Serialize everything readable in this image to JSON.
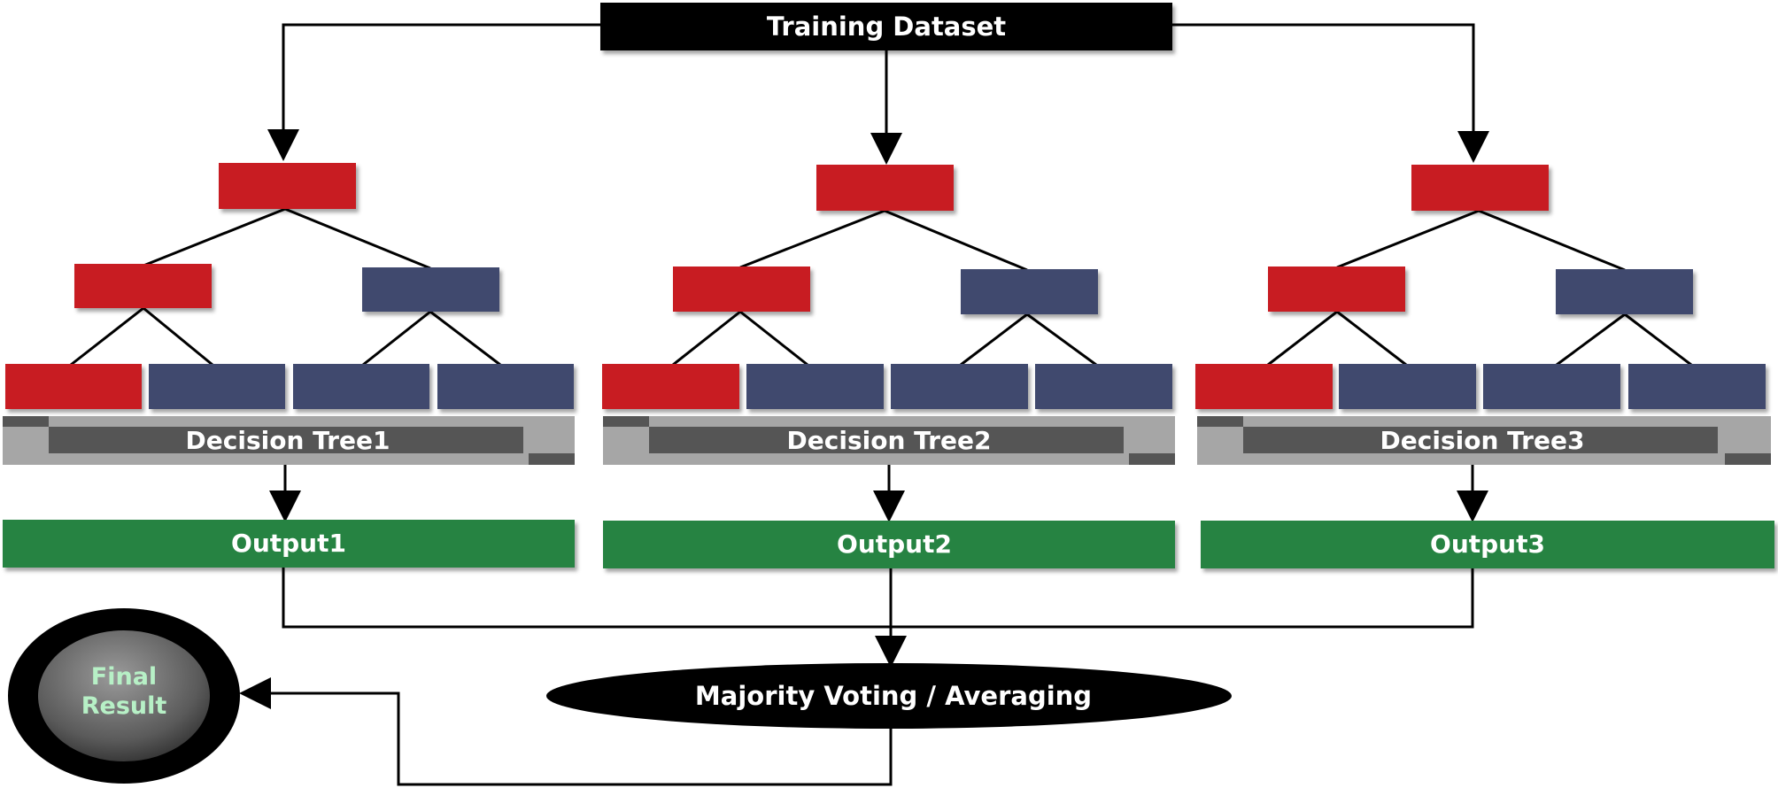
{
  "source": {
    "label": "Training Dataset"
  },
  "trees": [
    {
      "label": "Decision Tree1",
      "output": "Output1"
    },
    {
      "label": "Decision Tree2",
      "output": "Output2"
    },
    {
      "label": "Decision Tree3",
      "output": "Output3"
    }
  ],
  "aggregator": {
    "label": "Majority Voting / Averaging"
  },
  "final": {
    "line1": "Final",
    "line2": "Result"
  },
  "colors": {
    "red_node": "#c81e23",
    "blue_node": "#3f4a6e",
    "output_green": "#268342",
    "tree_bar": "#a6a6a6",
    "tree_bar_dark": "#555555",
    "black": "#000000",
    "final_text": "#b7f0c6"
  }
}
